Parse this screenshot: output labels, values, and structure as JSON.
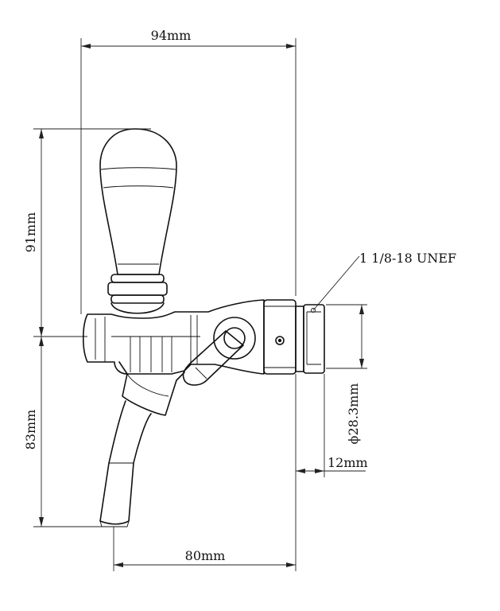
{
  "dimensions": {
    "overall_length": "94mm",
    "handle_height": "91mm",
    "body_to_spout_tip": "83mm",
    "spout_to_thread": "80mm",
    "thread_spec": "1 1/8-18 UNEF",
    "thread_diameter": "ϕ28.3mm",
    "thread_length": "12mm"
  }
}
